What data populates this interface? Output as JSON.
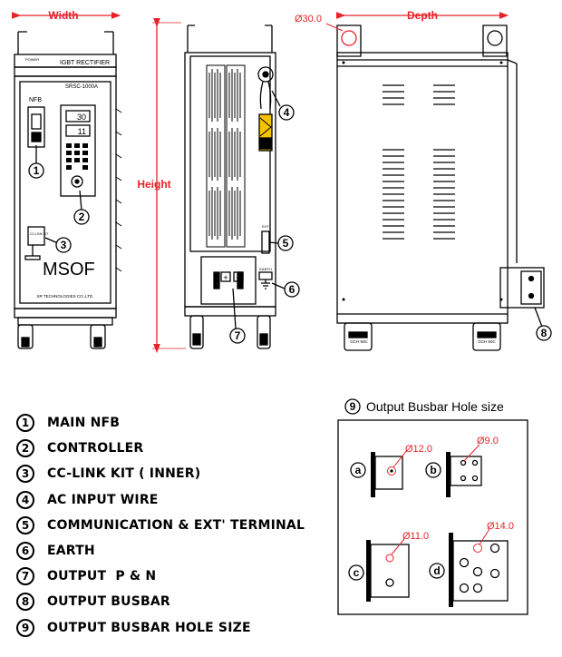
{
  "dimensions": {
    "width": "Width",
    "height": "Height",
    "depth": "Depth",
    "hole_diameter": "Ø30.0"
  },
  "front_panel": {
    "power_label": "POWER",
    "product_name": "IGBT RECTIFIER",
    "model": "SRSC-1000A",
    "nfb_label": "NFB",
    "display_top": "30",
    "display_bottom": "11",
    "cc_link_label": "CC-LINK\nKIT",
    "brand": "MSOF",
    "company": "SR TECHNOLOGIES CO.,LTD."
  },
  "side_panel": {
    "ext_label": "EXT",
    "earth_label": "EARTH",
    "p_symbol": "+",
    "n_symbol": "−"
  },
  "casters": {
    "left_label": "GCH 50C",
    "right_label": "GCH 50C"
  },
  "callouts": [
    "1",
    "2",
    "3",
    "4",
    "5",
    "6",
    "7",
    "8"
  ],
  "busbar_panel": {
    "title": "Output Busbar Hole size",
    "title_number": "9",
    "items": [
      {
        "letter": "a",
        "size": "Ø12.0"
      },
      {
        "letter": "b",
        "size": "Ø9.0"
      },
      {
        "letter": "c",
        "size": "Ø11.0"
      },
      {
        "letter": "d",
        "size": "Ø14.0"
      }
    ]
  },
  "legend": [
    {
      "num": "1",
      "text": "MAIN NFB"
    },
    {
      "num": "2",
      "text": "CONTROLLER"
    },
    {
      "num": "3",
      "text": "CC-LINK KIT ( INNER)"
    },
    {
      "num": "4",
      "text": "AC INPUT WIRE"
    },
    {
      "num": "5",
      "text": "COMMUNICATION & EXT' TERMINAL"
    },
    {
      "num": "6",
      "text": "EARTH"
    },
    {
      "num": "7",
      "text": "OUTPUT  P & N"
    },
    {
      "num": "8",
      "text": "OUTPUT BUSBAR"
    },
    {
      "num": "9",
      "text": "OUTPUT BUSBAR HOLE SIZE"
    }
  ],
  "colors": {
    "dimension": "#e8222a",
    "line": "#000000",
    "warning": "#f5c400",
    "busbar_hole": "#e8222a"
  }
}
